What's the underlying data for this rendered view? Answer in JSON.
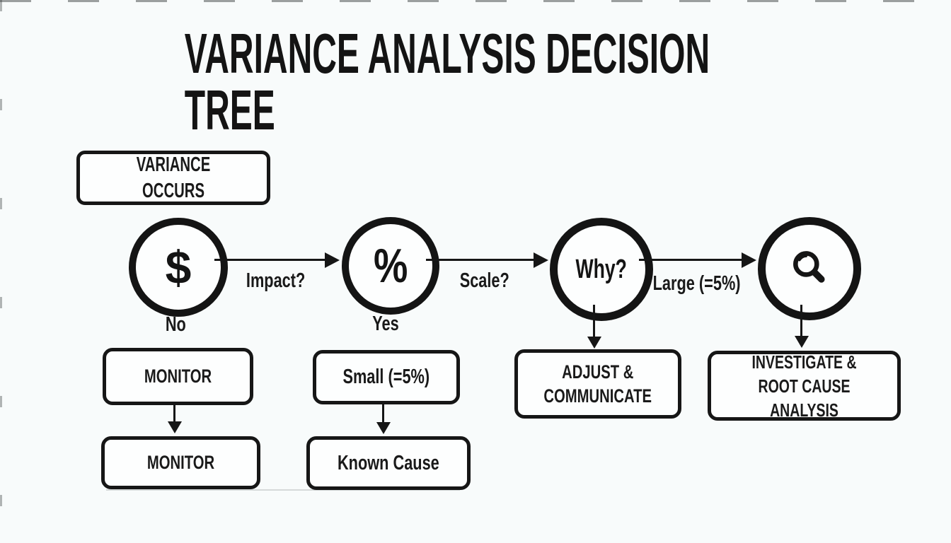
{
  "title": "VARIANCE ANALYSIS DECISION TREE",
  "start_box": {
    "label": "VARIANCE OCCURS"
  },
  "nodes": {
    "dollar": {
      "icon": "dollar-sign-icon",
      "glyph": "$",
      "branch_label": "No"
    },
    "percent": {
      "icon": "percent-sign-icon",
      "glyph": "%",
      "branch_label": "Yes"
    },
    "why": {
      "label": "Why?"
    },
    "search": {
      "icon": "magnifying-glass-icon"
    }
  },
  "edges": {
    "impact": {
      "label": "Impact?"
    },
    "scale": {
      "label": "Scale?"
    },
    "large": {
      "label": "Large (=5%)"
    }
  },
  "outcomes": {
    "monitor_top": {
      "label": "MONITOR"
    },
    "monitor_bottom": {
      "label": "MONITOR"
    },
    "small": {
      "label": "Small (=5%)"
    },
    "known_cause": {
      "label": "Known Cause"
    },
    "adjust": {
      "label": "ADJUST &\nCOMMUNICATE"
    },
    "investigate": {
      "label": "INVESTIGATE &\nROOT CAUSE ANALYSIS"
    }
  },
  "colors": {
    "ink": "#161616",
    "background": "#f8fbfb",
    "node_fill": "#fdfefe"
  }
}
